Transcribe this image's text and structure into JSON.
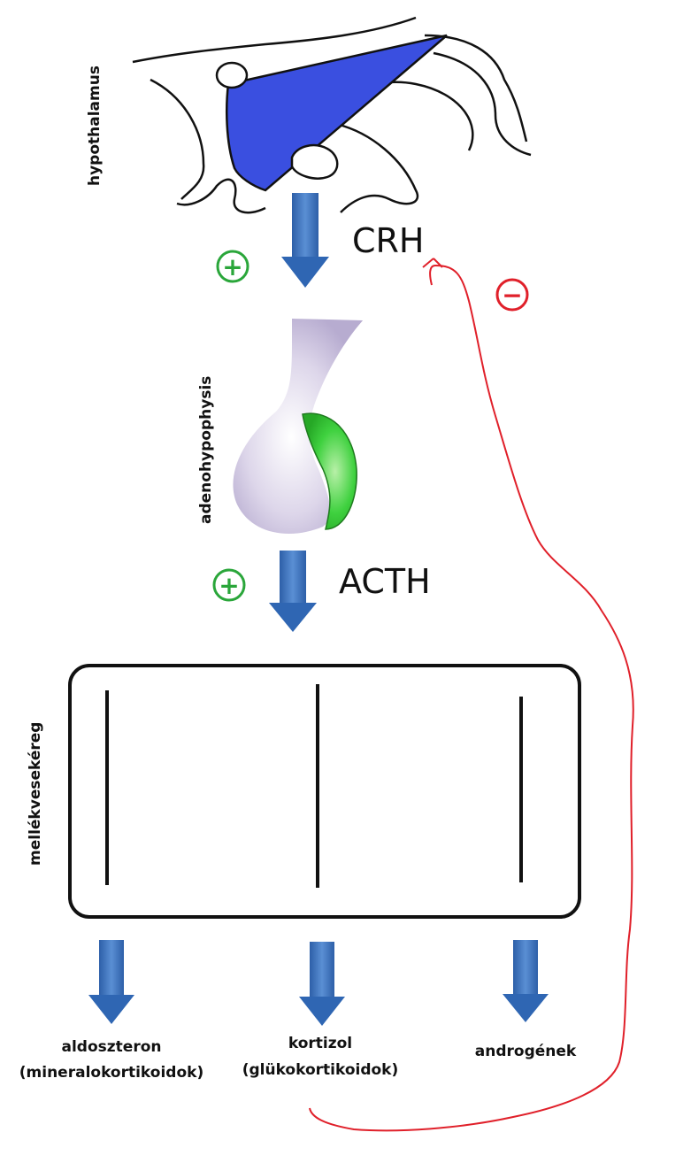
{
  "labels": {
    "hypothalamus": "hypothalamus",
    "adenohypophysis": "adenohypophysis",
    "cortex": "mellékvesekéreg",
    "crh": "CRH",
    "acth": "ACTH"
  },
  "signs": {
    "plus": "+",
    "minus": "−"
  },
  "outputs": [
    {
      "line1": "aldoszteron",
      "line2": "(mineralokortikoidok)"
    },
    {
      "line1": "kortizol",
      "line2": "(glükokortikoidok)"
    },
    {
      "line1": "androgének",
      "line2": ""
    }
  ],
  "colors": {
    "hypothalamus_fill": "#3a4fe0",
    "pituitary_fill": "#cfc7e3",
    "posterior_lobe": "#3cc83c",
    "arrow_blue": "#2f66b3",
    "plus_green": "#2aa63a",
    "feedback_red": "#e0202a"
  }
}
